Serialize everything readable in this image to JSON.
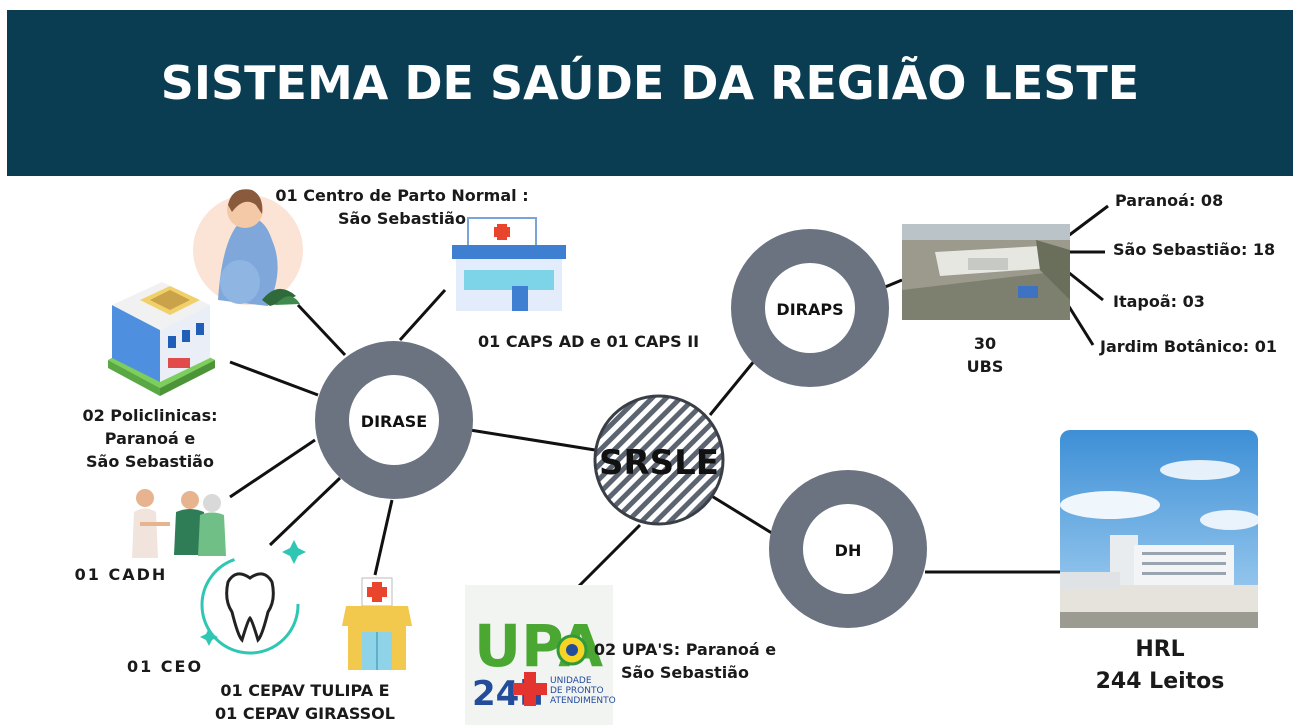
{
  "title": "SISTEMA DE SAÚDE DA REGIÃO LESTE",
  "colors": {
    "header": "#0b3d52",
    "ring": "#6b7280",
    "line": "#111111"
  },
  "nodes": {
    "center": "SRSLE",
    "dirase": "DIRASE",
    "diraps": "DIRAPS",
    "dh": "DH"
  },
  "dirase_items": {
    "parto_line1": "01 Centro de Parto Normal :",
    "parto_line2": "São Sebastião",
    "caps": "01 CAPS AD e 01 CAPS II",
    "policlinicas_line1": "02 Policlinicas:",
    "policlinicas_line2": "Paranoá e",
    "policlinicas_line3": "São Sebastião",
    "cadh": "01 CADH",
    "ceo": "01 CEO",
    "cepav_line1": "01 CEPAV TULIPA E",
    "cepav_line2": "01 CEPAV GIRASSOL"
  },
  "upa": {
    "label_line1": "02 UPA'S: Paranoá e",
    "label_line2": "São Sebastião",
    "logo_main": "UPA",
    "logo_24": "24h",
    "logo_sub1": "UNIDADE",
    "logo_sub2": "DE PRONTO",
    "logo_sub3": "ATENDIMENTO"
  },
  "diraps_items": {
    "ubs_count": "30",
    "ubs_label": "UBS",
    "breakdown": [
      "Paranoá: 08",
      "São Sebastião: 18",
      "Itapoã: 03",
      "Jardim Botânico: 01"
    ]
  },
  "dh_items": {
    "hospital": "HRL",
    "beds": "244 Leitos"
  }
}
